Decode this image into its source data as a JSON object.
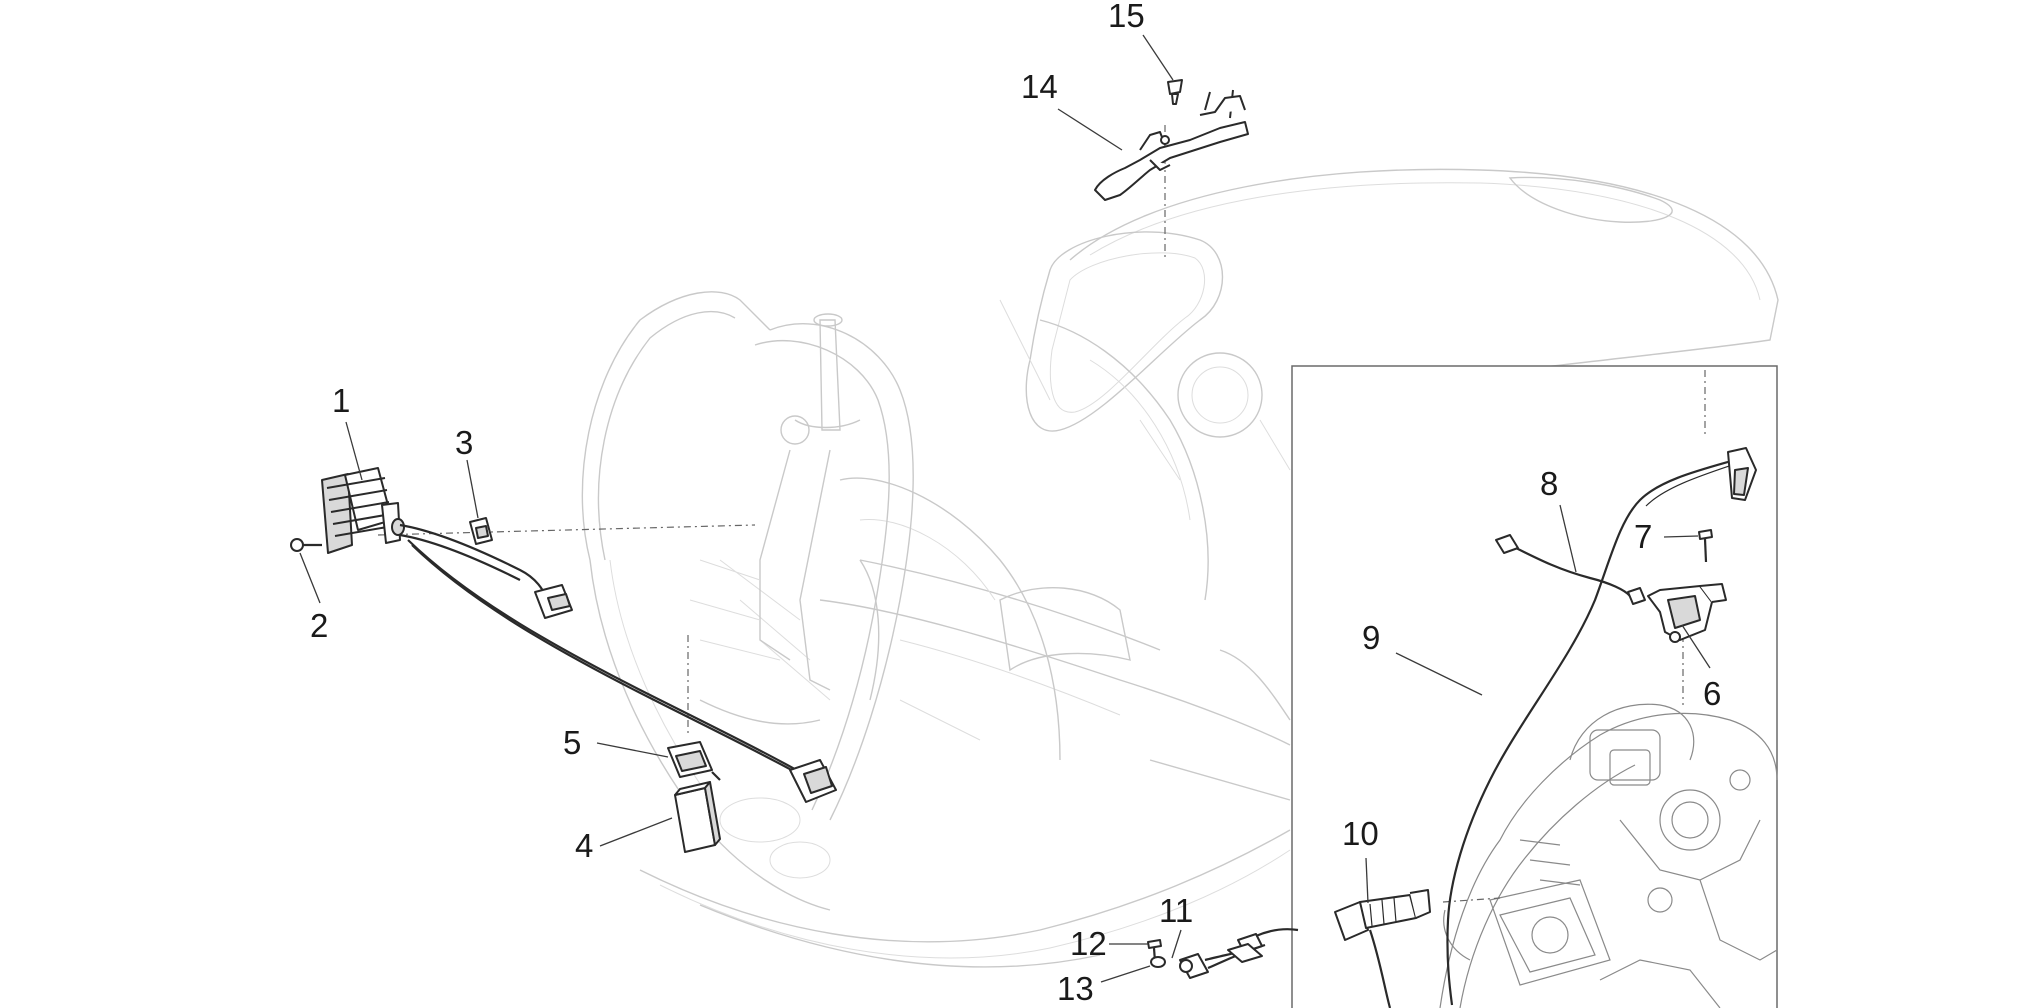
{
  "callouts": {
    "c1": "1",
    "c2": "2",
    "c3": "3",
    "c4": "4",
    "c5": "5",
    "c6": "6",
    "c7": "7",
    "c8": "8",
    "c9": "9",
    "c10": "10",
    "c11": "11",
    "c12": "12",
    "c13": "13",
    "c14": "14",
    "c15": "15"
  },
  "colors": {
    "background": "#ffffff",
    "linework": "#2a2a2a",
    "frame_lines": "#c9c9c9",
    "inset_border": "#6a6a6a"
  },
  "icons": {
    "c1": "voltage-regulator-icon",
    "c2": "screw-icon",
    "c3": "clip-icon",
    "c4": "relay-icon",
    "c5": "relay-holder-icon",
    "c6": "ignition-coil-icon",
    "c7": "screw-icon",
    "c8": "wiring-cable-icon",
    "c9": "spark-plug-cable-icon",
    "c10": "spark-plug-cap-icon",
    "c11": "sensor-cable-icon",
    "c12": "screw-icon",
    "c13": "washer-icon",
    "c14": "bracket-icon",
    "c15": "rivet-icon"
  }
}
